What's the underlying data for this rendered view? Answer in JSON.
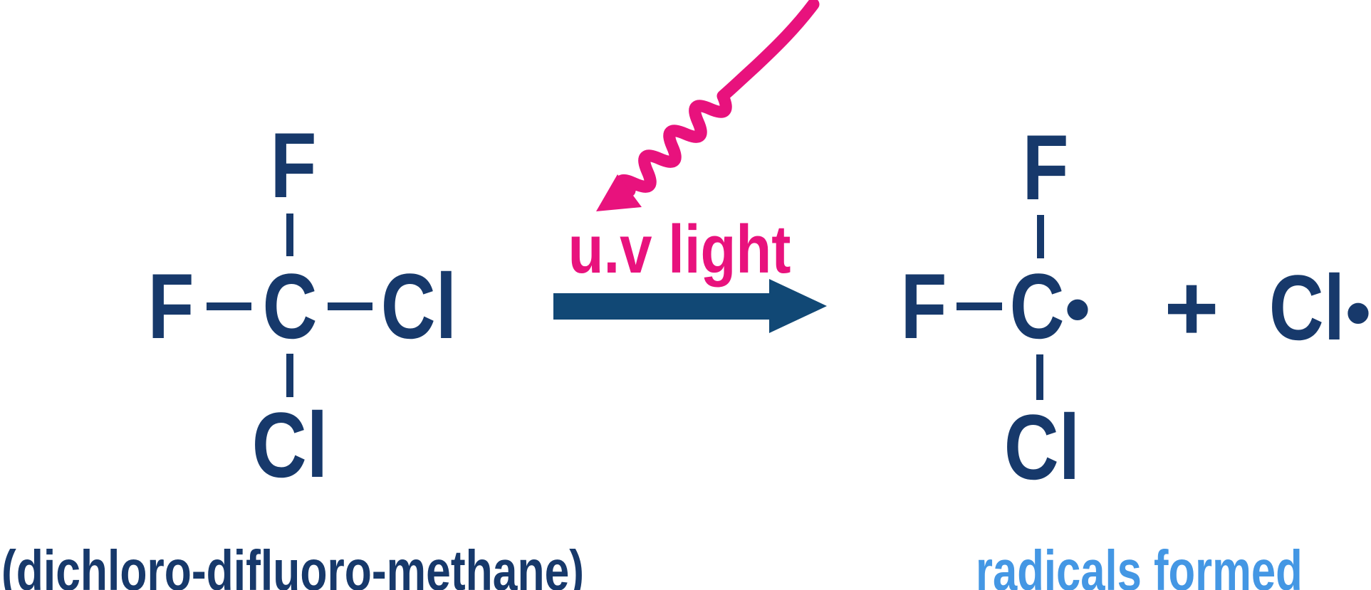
{
  "colors": {
    "navy": "#17396B",
    "arrow_navy": "#114875",
    "pink": "#E8127D",
    "light_blue": "#4497E4",
    "background": "#FFFFFF"
  },
  "reactant": {
    "caption": "(dichloro-difluoro-methane)",
    "atoms": {
      "top": "F",
      "left": "F",
      "center": "C",
      "right": "Cl",
      "bottom": "Cl"
    }
  },
  "reaction": {
    "condition": "u.v light"
  },
  "products": {
    "fluoro_radical": {
      "atoms": {
        "top": "F",
        "left": "F",
        "center": "C",
        "bottom": "Cl"
      },
      "radical_dot": "•"
    },
    "plus": "+",
    "chlorine_radical": {
      "symbol": "Cl",
      "radical_dot": "•"
    },
    "caption": "radicals formed"
  }
}
